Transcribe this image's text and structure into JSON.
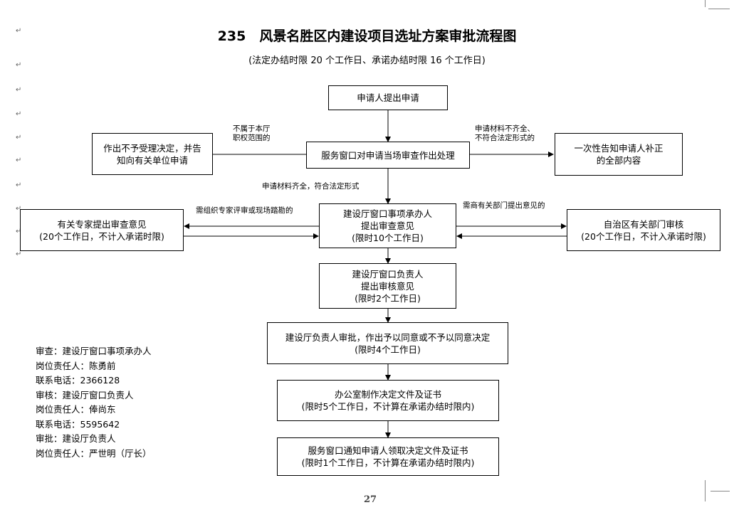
{
  "title": "235　风景名胜区内建设项目选址方案审批流程图",
  "subtitle": "(法定办结时限 20 个工作日、承诺办结时限 16 个工作日)",
  "mark": "↵",
  "boxes": {
    "apply": [
      "申请人提出申请"
    ],
    "reject": [
      "作出不予受理决定，并告",
      "知向有关单位申请"
    ],
    "inform": [
      "一次性告知申请人补正",
      "的全部内容"
    ],
    "window_check": [
      "服务窗口对申请当场审查作出处理"
    ],
    "handler": [
      "建设厅窗口事项承办人",
      "提出审查意见",
      "(限时10个工作日)"
    ],
    "expert": [
      "有关专家提出审查意见",
      "(20个工作日，不计入承诺时限)"
    ],
    "region": [
      "自治区有关部门审核",
      "(20个工作日，不计入承诺时限)"
    ],
    "supervisor": [
      "建设厅窗口负责人",
      "提出审核意见",
      "(限时2个工作日)"
    ],
    "chief": [
      "建设厅负责人审批，作出予以同意或不予以同意决定",
      "(限时4个工作日)"
    ],
    "office": [
      "办公室制作决定文件及证书",
      "(限时5个工作日，不计算在承诺办结时限内)"
    ],
    "notify": [
      "服务窗口通知申请人领取决定文件及证书",
      "(限时1个工作日，不计算在承诺办结时限内)"
    ]
  },
  "labels": {
    "not_scope": [
      "不属于本厅",
      "职权范围的"
    ],
    "incomplete": [
      "申请材料不齐全、",
      "不符合法定形式的"
    ],
    "complete": "申请材料齐全，符合法定形式",
    "need_expert": "需组织专家评审或现场踏勘的",
    "need_dept": "需商有关部门提出意见的"
  },
  "contacts": [
    "审查：建设厅窗口事项承办人",
    "岗位责任人：陈勇前",
    "联系电话：2366128",
    "审核：建设厅窗口负责人",
    "岗位责任人：俸尚东",
    "联系电话：5595642",
    "审批：建设厅负责人",
    "岗位责任人：严世明（厅长）"
  ],
  "page_number": "27"
}
